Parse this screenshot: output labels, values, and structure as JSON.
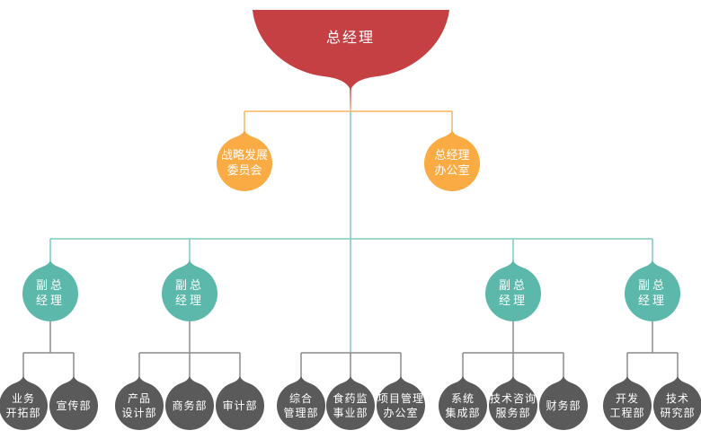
{
  "colors": {
    "top": "#c44043",
    "orange": "#fbab44",
    "orange_line": "#f7b560",
    "teal": "#5bb8aa",
    "teal_line": "#7ccbc0",
    "gray": "#5a5a5a",
    "gray_line": "#8a8a8a"
  },
  "root": {
    "label": [
      "总经理"
    ]
  },
  "staff": [
    {
      "label": [
        "战略发展",
        "委员会"
      ]
    },
    {
      "label": [
        "总经理",
        "办公室"
      ]
    }
  ],
  "vice": [
    {
      "label": [
        "副总",
        "经理"
      ],
      "departments": [
        {
          "label": [
            "业务",
            "开拓部"
          ]
        },
        {
          "label": [
            "宣传部"
          ]
        }
      ]
    },
    {
      "label": [
        "副总",
        "经理"
      ],
      "departments": [
        {
          "label": [
            "产品",
            "设计部"
          ]
        },
        {
          "label": [
            "商务部"
          ]
        },
        {
          "label": [
            "审计部"
          ]
        }
      ]
    },
    {
      "label": [
        "副总",
        "经理"
      ],
      "departments": [
        {
          "label": [
            "系统",
            "集成部"
          ]
        },
        {
          "label": [
            "技术咨询",
            "服务部"
          ]
        },
        {
          "label": [
            "财务部"
          ]
        }
      ]
    },
    {
      "label": [
        "副总",
        "经理"
      ],
      "departments": [
        {
          "label": [
            "开发",
            "工程部"
          ]
        },
        {
          "label": [
            "技术",
            "研究部"
          ]
        }
      ]
    }
  ],
  "direct_departments": [
    {
      "label": [
        "综合",
        "管理部"
      ]
    },
    {
      "label": [
        "食药监",
        "事业部"
      ]
    },
    {
      "label": [
        "项目管理",
        "办公室"
      ]
    }
  ]
}
